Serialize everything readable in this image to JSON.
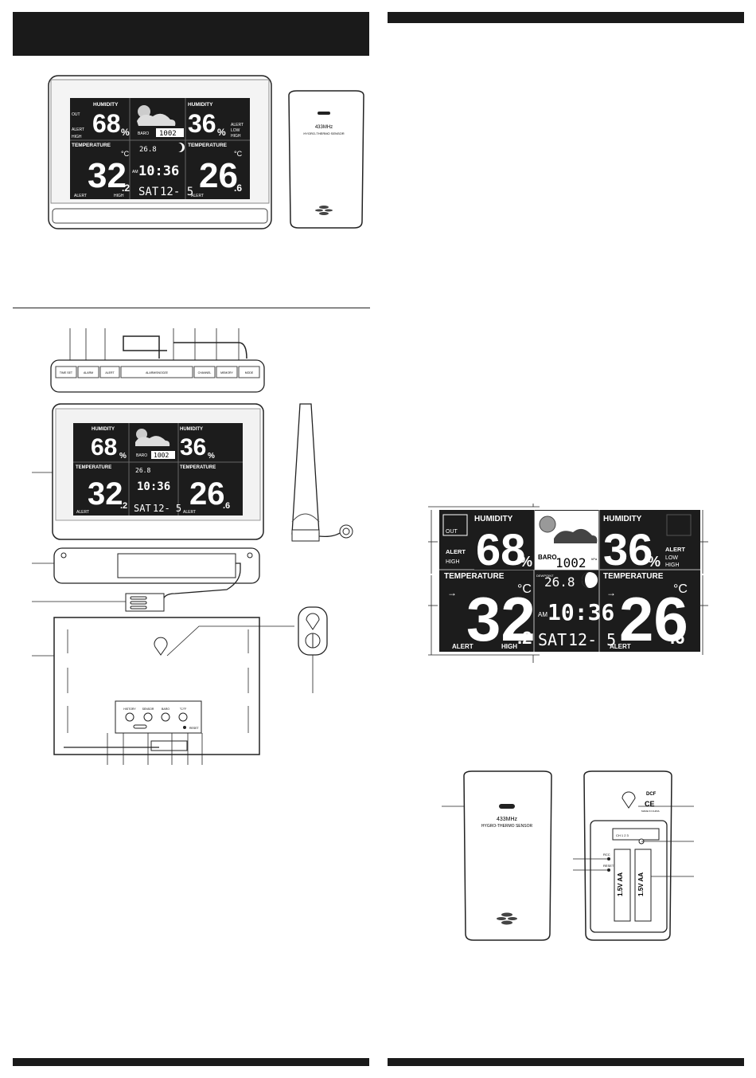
{
  "lcd": {
    "humidity_label": "HUMIDITY",
    "temperature_label": "TEMPERATURE",
    "out_label": "OUT",
    "alert_label": "ALERT",
    "high_label": "HIGH",
    "low_label": "LOW",
    "baro_label": "BARO",
    "dewpoint_label": "DEWPOINT",
    "out_humidity": "68",
    "in_humidity": "36",
    "percent": "%",
    "baro_value": "1002",
    "baro_unit": "hPa",
    "dewpoint_value": "26.8",
    "dewpoint_unit": "°C",
    "am": "AM",
    "time": "10:36",
    "day": "SAT",
    "date": "12- 5",
    "out_temp_main": "32",
    "out_temp_dec": ".2",
    "in_temp_main": "26",
    "in_temp_dec": ".6",
    "deg_c": "°C",
    "moon_phase": "WANING CRESCENT"
  },
  "sensor": {
    "freq": "433MHz",
    "name": "HYGRO-THERMO SENSOR"
  },
  "top_buttons": [
    "TIME SET",
    "ALARM",
    "ALERT",
    "ALARM/SNOOZE",
    "CHANNEL",
    "MEMORY",
    "MODE"
  ],
  "back_buttons": [
    "°C/°F",
    "SENSOR",
    "BARO",
    "HISTORY"
  ],
  "back_switch": "RESET",
  "back_rcc": "RCC",
  "battery": "1.5V AA",
  "back_dcf": "DCF",
  "back_made": "MADE IN CHINA",
  "back_ce": "CE",
  "back_channel": "CH 1 2 3"
}
